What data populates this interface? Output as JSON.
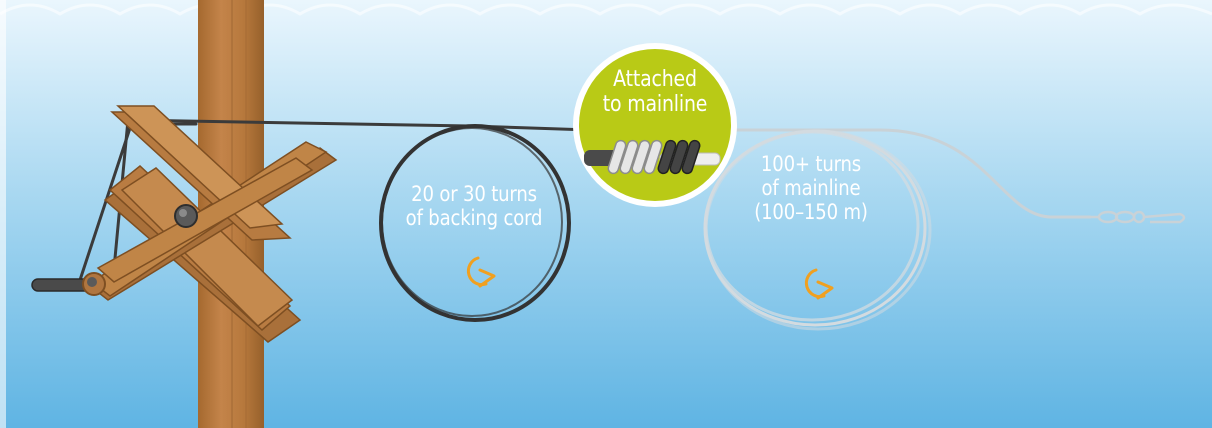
{
  "labels": {
    "attached": {
      "line1": "Attached",
      "line2": "to mainline"
    },
    "backing": {
      "line1": "20 or 30 turns",
      "line2": "of backing cord"
    },
    "mainline": {
      "line1": "100+ turns",
      "line2": "of mainline",
      "line3": "(100–150 m)"
    }
  },
  "icons": {
    "rotation_backing": "rotation-arrow-icon",
    "rotation_mainline": "rotation-arrow-icon",
    "knot": "knot-icon",
    "swivel": "swivel-clip-icon"
  },
  "colors": {
    "sky_top": "#e9f5fc",
    "sky_bottom": "#63b6e4",
    "wood": "#b5773f",
    "wood_dark": "#8f5a2a",
    "backing_cord": "#3d3d3d",
    "mainline": "#c8d0d4",
    "badge": "#b9ca16",
    "arrow": "#f0a020"
  }
}
